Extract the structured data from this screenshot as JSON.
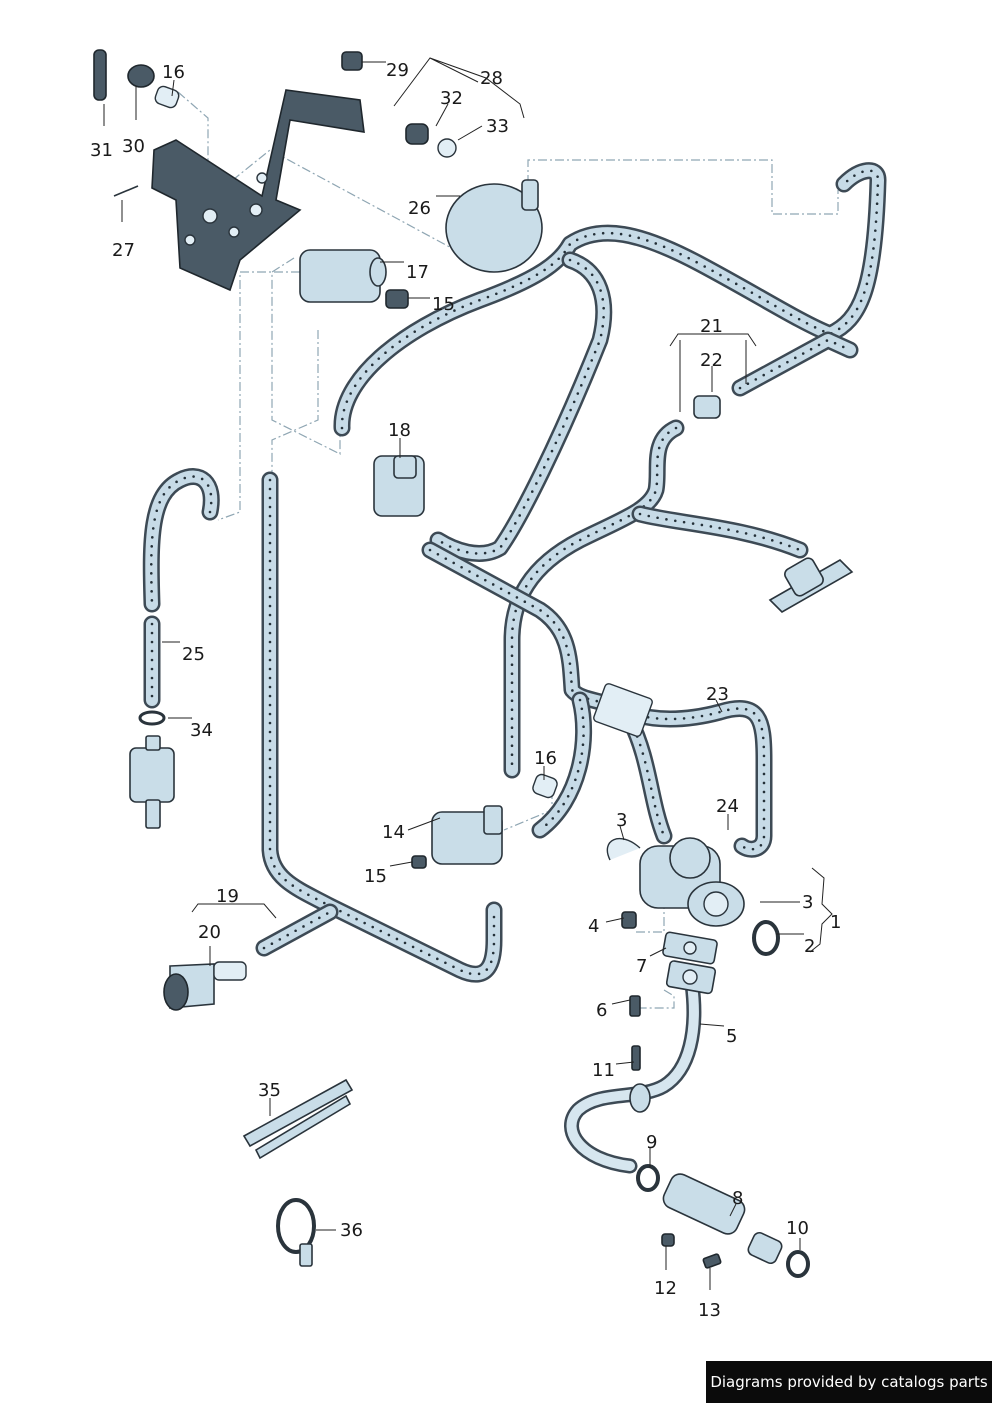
{
  "labels": [
    "1",
    "2",
    "3",
    "3",
    "4",
    "5",
    "6",
    "7",
    "8",
    "9",
    "10",
    "11",
    "12",
    "13",
    "14",
    "15",
    "15",
    "16",
    "16",
    "17",
    "18",
    "19",
    "20",
    "21",
    "22",
    "23",
    "24",
    "25",
    "26",
    "27",
    "28",
    "29",
    "30",
    "31",
    "32",
    "33",
    "34",
    "35",
    "36"
  ],
  "footer": {
    "text": "Diagrams provided by catalogs parts"
  },
  "colors": {
    "hose_fill": "#c7dbe7",
    "hose_outline": "#3d4a55",
    "part_fill": "#c9dde8",
    "footer_bg": "#0b0b0b"
  }
}
